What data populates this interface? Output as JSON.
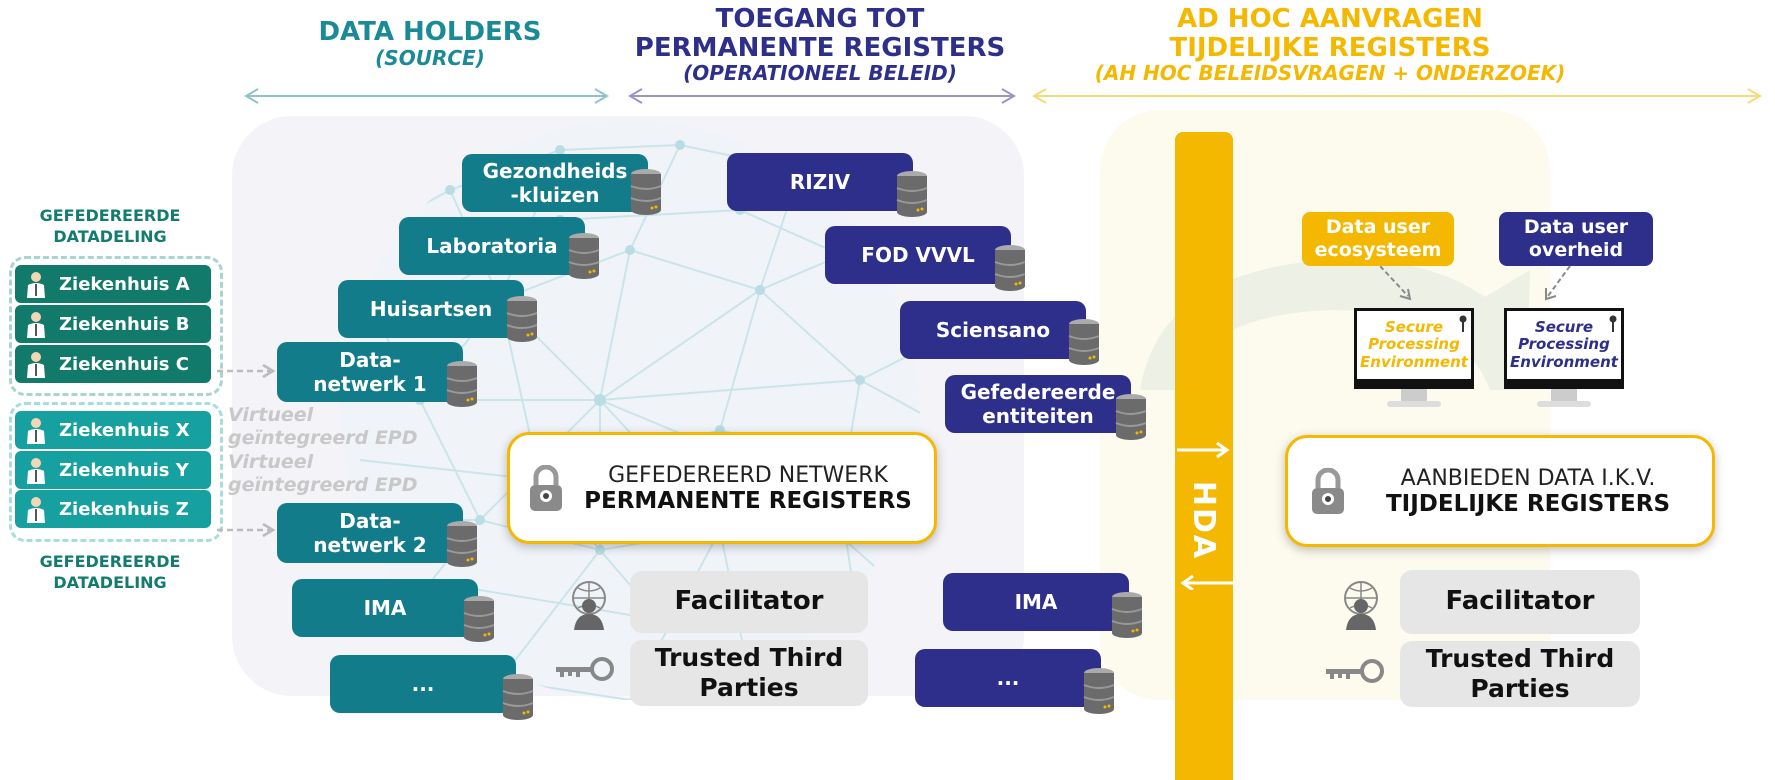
{
  "headers": {
    "data_holders": {
      "title": "DATA HOLDERS",
      "subtitle": "(SOURCE)"
    },
    "toegang": {
      "title_line1": "TOEGANG TOT",
      "title_line2": "PERMANENTE REGISTERS",
      "subtitle": "(OPERATIONEEL BELEID)"
    },
    "adhoc": {
      "title_line1": "AD HOC AANVRAGEN",
      "title_line2": "TIJDELIJKE REGISTERS",
      "subtitle": "(AH HOC BELEIDSVRAGEN + ONDERZOEK)"
    }
  },
  "federated": {
    "label_top": {
      "line1": "GEFEDEREERDE",
      "line2": "DATADELING"
    },
    "label_bottom": {
      "line1": "GEFEDEREERDE",
      "line2": "DATADELING"
    },
    "group1": [
      "Ziekenhuis A",
      "Ziekenhuis B",
      "Ziekenhuis C"
    ],
    "group2": [
      "Ziekenhuis X",
      "Ziekenhuis Y",
      "Ziekenhuis Z"
    ],
    "virtual1": {
      "line1": "Virtueel",
      "line2": "geïntegreerd EPD"
    },
    "virtual2": {
      "line1": "Virtueel",
      "line2": "geïntegreerd EPD"
    }
  },
  "data_holders": {
    "gezondheid": {
      "line1": "Gezondheids",
      "line2": "-kluizen"
    },
    "laboratoria": "Laboratoria",
    "huisartsen": "Huisartsen",
    "netwerk1": {
      "line1": "Data-",
      "line2": "netwerk 1"
    },
    "netwerk2": {
      "line1": "Data-",
      "line2": "netwerk 2"
    },
    "ima": "IMA",
    "more": "..."
  },
  "registers": {
    "riziv": "RIZIV",
    "fod": "FOD VVVL",
    "sciensano": "Sciensano",
    "gefed": {
      "line1": "Gefedereerde",
      "line2": "entiteiten"
    },
    "ima": "IMA",
    "more": "..."
  },
  "center_box": {
    "line1": "GEFEDEREERD NETWERK",
    "line2": "PERMANENTE REGISTERS"
  },
  "right_box": {
    "line1": "AANBIEDEN DATA I.K.V.",
    "line2": "TIJDELIJKE REGISTERS"
  },
  "facilitator_left": "Facilitator",
  "ttp_left": {
    "line1": "Trusted Third",
    "line2": "Parties"
  },
  "facilitator_right": "Facilitator",
  "ttp_right": {
    "line1": "Trusted Third",
    "line2": "Parties"
  },
  "hda": "HDA",
  "data_users": {
    "ecosysteem": {
      "line1": "Data user",
      "line2": "ecosysteem"
    },
    "overheid": {
      "line1": "Data user",
      "line2": "overheid"
    }
  },
  "spe": {
    "yellow": {
      "line1": "Secure",
      "line2": "Processing",
      "line3": "Environment"
    },
    "navy": {
      "line1": "Secure",
      "line2": "Processing",
      "line3": "Environment"
    }
  },
  "colors": {
    "teal": "#137c8a",
    "navy": "#2e2f8b",
    "yellow": "#f4b800",
    "fed_green": "#137c6e",
    "hosp_dark": "#117a6a",
    "hosp_light": "#16a0a0"
  }
}
